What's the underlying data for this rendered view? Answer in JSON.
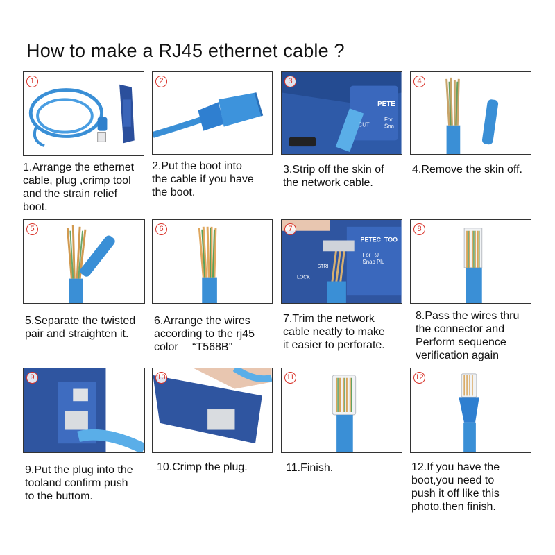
{
  "title": "How to make a RJ45 ethernet cable ?",
  "colors": {
    "badge": "#d9342b",
    "cable": "#3a8fd6",
    "tool": "#2b4f9c",
    "frame": "#333333"
  },
  "steps": [
    {
      "num": "1",
      "caption": "1.Arrange the ethernet\ncable, plug ,crimp tool\nand the strain relief\nboot.",
      "photo": "tool-and-cable"
    },
    {
      "num": "2",
      "caption": "2.Put the boot into\nthe cable if you have\nthe boot.",
      "photo": "boot-on-cable"
    },
    {
      "num": "3",
      "caption": "3.Strip off the skin of\nthe network cable.",
      "photo": "stripping-tool",
      "tool_text": [
        "PETE",
        "CUT",
        "For",
        "Sna"
      ]
    },
    {
      "num": "4",
      "caption": "4.Remove the skin off.",
      "photo": "stripped-cable"
    },
    {
      "num": "5",
      "caption": "5.Separate the twisted\npair and straighten it.",
      "photo": "separated-pairs"
    },
    {
      "num": "6",
      "caption": "6.Arrange the wires\naccording to the rj45\ncolor 　“T568B”",
      "photo": "arranged-wires"
    },
    {
      "num": "7",
      "caption": "7.Trim the network\ncable neatly to make\nit easier to perforate.",
      "photo": "trimming-tool",
      "tool_text": [
        "PETEC",
        "TOO",
        "For RJ",
        "Snap Plu",
        "STRI",
        "LOCK"
      ]
    },
    {
      "num": "8",
      "caption": "8.Pass the wires thru\nthe connector and\nPerform sequence\nverification again",
      "photo": "wires-in-plug"
    },
    {
      "num": "9",
      "caption": "9.Put the plug into the\ntooland confirm push\nto the buttom.",
      "photo": "plug-in-tool"
    },
    {
      "num": "10",
      "caption": "10.Crimp the plug.",
      "photo": "crimping"
    },
    {
      "num": "11",
      "caption": "11.Finish.",
      "photo": "finished-plug"
    },
    {
      "num": "12",
      "caption": "12.If you have the\nboot,you need to\npush it off like this\nphoto,then finish.",
      "photo": "plug-with-boot"
    }
  ]
}
